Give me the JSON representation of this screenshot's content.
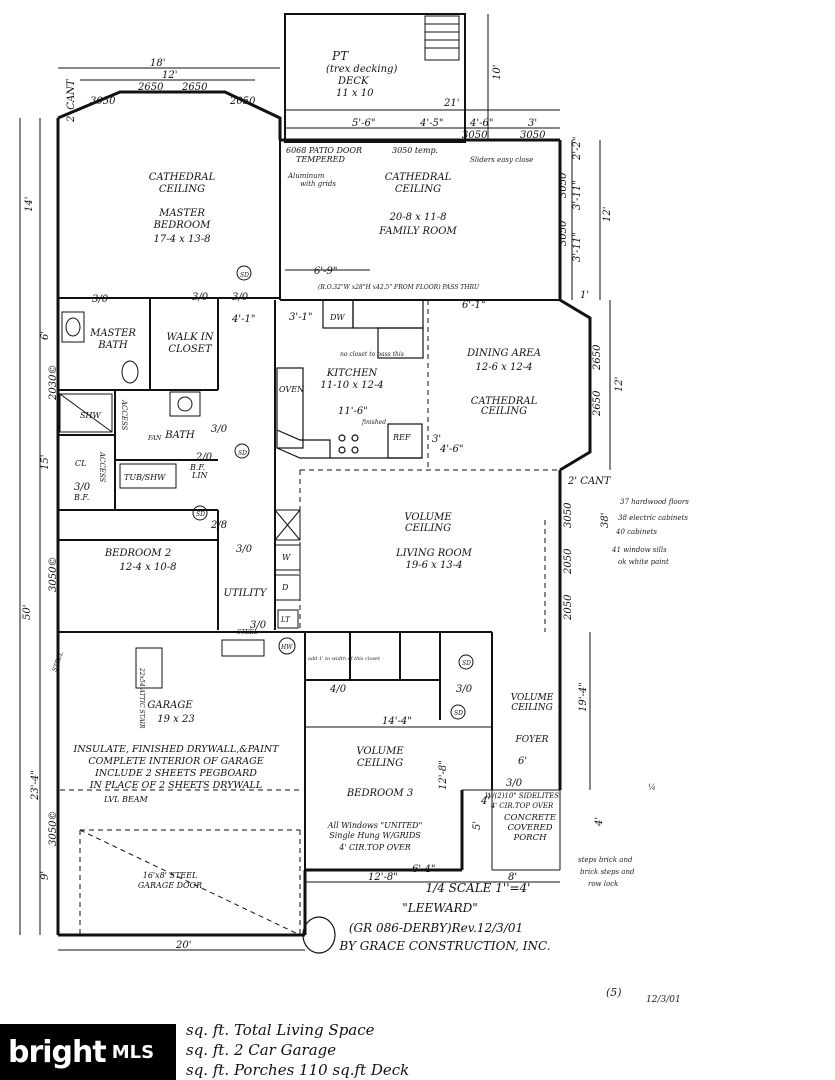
{
  "rooms": {
    "deck": {
      "name": "DECK",
      "size": "11 x 10",
      "note": "PT",
      "note2": "(trex decking)"
    },
    "master_bedroom": {
      "line1": "CATHEDRAL",
      "line2": "CEILING",
      "name": "MASTER",
      "name2": "BEDROOM",
      "size": "17-4 x 13-8"
    },
    "family_room": {
      "line1": "CATHEDRAL",
      "line2": "CEILING",
      "size": "20-8 x 11-8",
      "name": "FAMILY ROOM"
    },
    "master_bath": {
      "name": "MASTER",
      "name2": "BATH"
    },
    "walk_in_closet": {
      "name": "WALK IN",
      "name2": "CLOSET"
    },
    "kitchen": {
      "name": "KITCHEN",
      "size": "11-10 x 12-4"
    },
    "dining_area": {
      "name": "DINING AREA",
      "size": "12-6 x 12-4",
      "line1": "CATHEDRAL",
      "line2": "CEILING"
    },
    "bath": {
      "name": "BATH"
    },
    "living_room": {
      "line1": "VOLUME",
      "line2": "CEILING",
      "name": "LIVING ROOM",
      "size": "19-6 x 13-4"
    },
    "bedroom2": {
      "name": "BEDROOM 2",
      "size": "12-4 x 10-8"
    },
    "utility": {
      "name": "UTILITY"
    },
    "garage": {
      "name": "GARAGE",
      "size": "19 x 23",
      "note1": "INSULATE, FINISHED DRYWALL,&PAINT",
      "note2": "COMPLETE INTERIOR OF GARAGE",
      "note3": "INCLUDE 2 SHEETS PEGBOARD",
      "note4": "IN PLACE OF 2 SHEETS DRYWALL",
      "beam": "LVL BEAM",
      "door": "16'x8' STEEL",
      "door2": "GARAGE DOOR",
      "stair": "22x54 ATTIC STAIR"
    },
    "bedroom3": {
      "line1": "VOLUME",
      "line2": "CEILING",
      "name": "BEDROOM 3",
      "w1": "All Windows \"UNITED\"",
      "w2": "Single Hung W/GRIDS",
      "w3": "4' CIR.TOP OVER"
    },
    "foyer": {
      "line1": "VOLUME",
      "line2": "CEILING",
      "name": "FOYER"
    },
    "porch": {
      "line1": "W/(2)10\" SIDELITES",
      "line2": "4' CIR.TOP OVER",
      "line3": "CONCRETE",
      "line4": "COVERED",
      "line5": "PORCH"
    }
  },
  "fixtures": {
    "dw": "DW",
    "oven": "OVEN",
    "ref": "REF",
    "tub": "TUB/SHW",
    "shw": "SHW",
    "cl": "CL",
    "bf": "B.F.",
    "bflin": "B.F.",
    "lin": "LIN",
    "access": "ACCESS",
    "fan": "FAN",
    "w": "W",
    "d": "D",
    "lt": "LT",
    "hw": "HW",
    "sd": "SD",
    "steel": "STEEL",
    "passthru": "(R.O.32\"W x28\"H x42.5\" FROM FLOOR) PASS THRU",
    "patio": "6068 PATIO DOOR",
    "tempered": "TEMPERED",
    "temp3050": "3050 temp."
  },
  "dims": {
    "top18": "18'",
    "top12": "12'",
    "cant2": "2' CANT",
    "w2650a": "2650",
    "w2650b": "2650",
    "w2050": "2050",
    "w3050l": "3050",
    "d21": "21'",
    "d10": "10'",
    "fr56": "5'-6\"",
    "fr45": "4'-5\"",
    "fr46": "4'-6\"",
    "fr3": "3'",
    "fr3050a": "3050",
    "fr3050b": "3050",
    "r2_2": "2'-2\"",
    "r3_11a": "3'-11\"",
    "r3_11b": "3'-11\"",
    "r12": "12'",
    "r1": "1'",
    "r12b": "12'",
    "r2650a": "2650",
    "r2650b": "2650",
    "cant2b": "2' CANT",
    "l14": "14'",
    "l6": "6'",
    "l15": "15'",
    "l50": "50'",
    "l23": "23'-4\"",
    "l9": "9'",
    "l2030": "2030©",
    "l3050a": "3050©",
    "l3050b": "3050©",
    "k69": "6'-9\"",
    "k41": "4'-1\"",
    "k31": "3'-1\"",
    "k61": "6'-1\"",
    "k116": "11'-6\"",
    "k46": "4'-6\"",
    "k3": "3'",
    "lr2050a": "2050",
    "lr2050b": "2050",
    "lr3050": "3050",
    "r38": "38'",
    "r194": "19'-4\"",
    "r4": "4'",
    "b144": "14'-4\"",
    "b128": "12'-8\"",
    "b128b": "12'-8\"",
    "b64": "6'-4\"",
    "b8": "8'",
    "b6": "6'",
    "b5": "5'",
    "g20": "20'",
    "door30a": "3/0",
    "door30b": "3/0",
    "door20": "2/0",
    "door28": "2/8",
    "door40": "4/0",
    "door4": "4'"
  },
  "title": {
    "scale": "1/4 SCALE 1''=4'",
    "model": "\"LEEWARD\"",
    "rev": "(GR 086-DERBY)Rev.12/3/01",
    "builder": "BY GRACE CONSTRUCTION, INC."
  },
  "handwritten": {
    "h1": "PT",
    "h2": "Aluminum",
    "h3": "with grids",
    "h4": "Sliders easy close",
    "h5": "no closet to pass this",
    "h6": "finished",
    "h7": "37 hardwood floors",
    "h8": "38 electric cabinets",
    "h9": "40 cabinets",
    "h10": "41 window sills",
    "h11": "ok white paint",
    "h12": "steps brick and",
    "h13": "brick steps and",
    "h14": "row lock",
    "h15": "(5)",
    "h16": "12/3/01",
    "h17": "add 1' to width of this closet"
  },
  "footer": {
    "line1": "sq. ft.  Total Living Space",
    "line2": "sq. ft.  2 Car Garage",
    "line3": "sq. ft.  Porches  110 sq.ft Deck"
  },
  "logo": {
    "brand": "bright",
    "mls": "MLS"
  }
}
